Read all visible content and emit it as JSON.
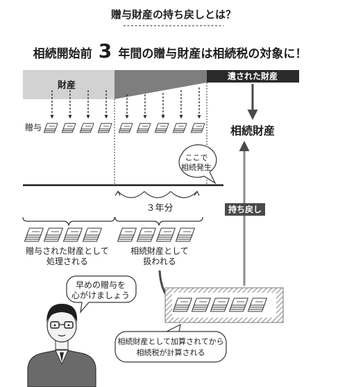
{
  "header": {
    "title": "贈与財産の持ち戻しとは？"
  },
  "headline": {
    "pre": "相続開始前",
    "number": "3",
    "post": "年間の贈与財産は相続税の対象に！"
  },
  "labels": {
    "assets": "財産",
    "gift": "贈与",
    "remaining_assets": "遺された財産",
    "inheritance_assets": "相続財産",
    "inheritance_start_line1": "ここで",
    "inheritance_start_line2": "相続発生",
    "three_years": "３年分",
    "bring_back": "持ち戻し",
    "group_left_line1": "贈与された財産として",
    "group_left_line2": "処理される",
    "group_right_line1": "相続財産として",
    "group_right_line2": "扱われる",
    "advice_line1": "早めの贈与を",
    "advice_line2": "心がけましょう",
    "note_line1": "相続財産として加算されてから",
    "note_line2": "相続税が計算される"
  },
  "colors": {
    "light_band": "#d2d2d2",
    "dark_band": "#7e7e7e",
    "black_band": "#2a2a2a",
    "arrow": "#4a4a4a"
  }
}
